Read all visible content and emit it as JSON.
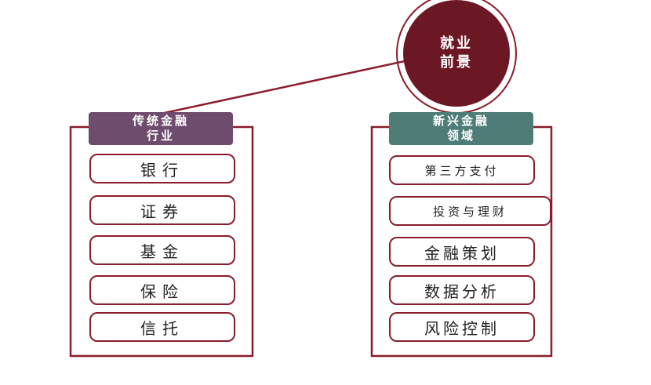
{
  "center_node": {
    "line1": "就业",
    "line2": "前景"
  },
  "traditional": {
    "header_line1": "传统金融",
    "header_line2": "行业",
    "items": [
      "银行",
      "证券",
      "基金",
      "保险",
      "信托"
    ]
  },
  "emerging": {
    "header_line1": "新兴金融",
    "header_line2": "领域",
    "items": [
      "第三方支付",
      "投资与理财",
      "金融策划",
      "数据分析",
      "风险控制"
    ]
  },
  "colors": {
    "accent": "#8a1c2c",
    "circle_fill": "#6b1724",
    "traditional_header": "#6e4c6d",
    "emerging_header": "#4e7c77"
  }
}
